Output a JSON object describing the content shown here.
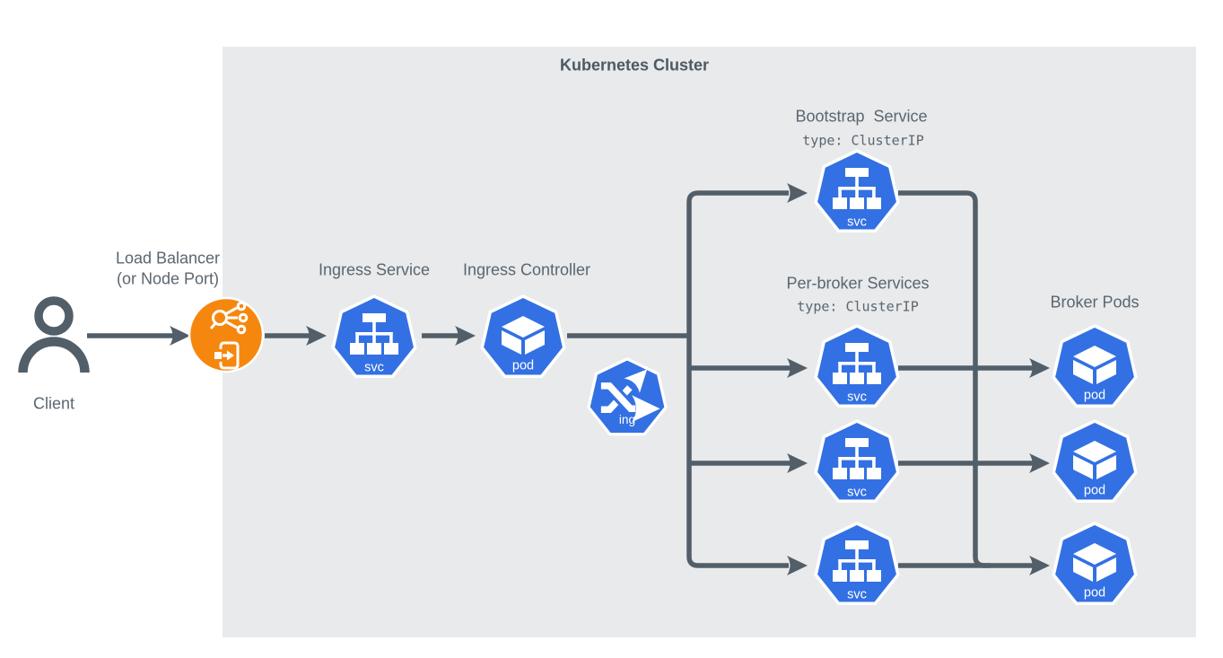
{
  "title": "Kubernetes Cluster",
  "labels": {
    "client": "Client",
    "load_balancer_line1": "Load Balancer",
    "load_balancer_line2": "(or Node Port)",
    "ingress_service": "Ingress Service",
    "ingress_controller": "Ingress Controller",
    "bootstrap_service": "Bootstrap  Service",
    "bootstrap_type": "type: ClusterIP",
    "per_broker_services": "Per-broker Services",
    "per_broker_type": "type: ClusterIP",
    "broker_pods": "Broker Pods"
  },
  "badges": {
    "svc": "svc",
    "pod": "pod",
    "ing": "ing"
  },
  "icons": {
    "person-icon": "head-and-shoulders silhouette outline",
    "load-balancer-icon": "hub circle fanning out to three small circles",
    "sign-in-icon": "small square with arrow entering a box",
    "kubernetes-heptagon": "seven-sided kubernetes resource badge",
    "service-tree-icon": "one parent box connected to three child boxes",
    "pod-cube-icon": "isometric cube",
    "ingress-shuffle-icon": "two crossing arrows",
    "arrowhead": "solid triangular arrowhead"
  },
  "colors": {
    "kubernetes_blue": "#3370E3",
    "load_balancer_orange": "#F6870E",
    "connector_gray": "#525E68",
    "panel_gray": "#E8EAEB",
    "label_gray": "#5B6670",
    "title_gray": "#4E5963"
  }
}
